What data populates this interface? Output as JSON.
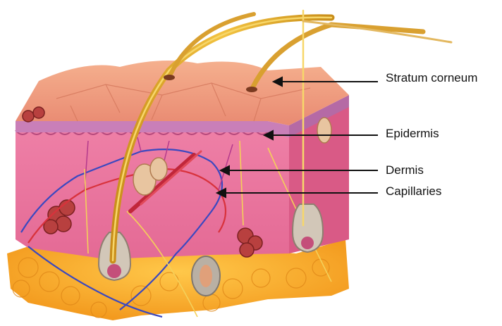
{
  "diagram": {
    "labels": [
      {
        "id": "stratum-corneum",
        "text": "Stratum corneum"
      },
      {
        "id": "epidermis",
        "text": "Epidermis"
      },
      {
        "id": "dermis",
        "text": "Dermis"
      },
      {
        "id": "capillaries",
        "text": "Capillaries"
      }
    ]
  }
}
